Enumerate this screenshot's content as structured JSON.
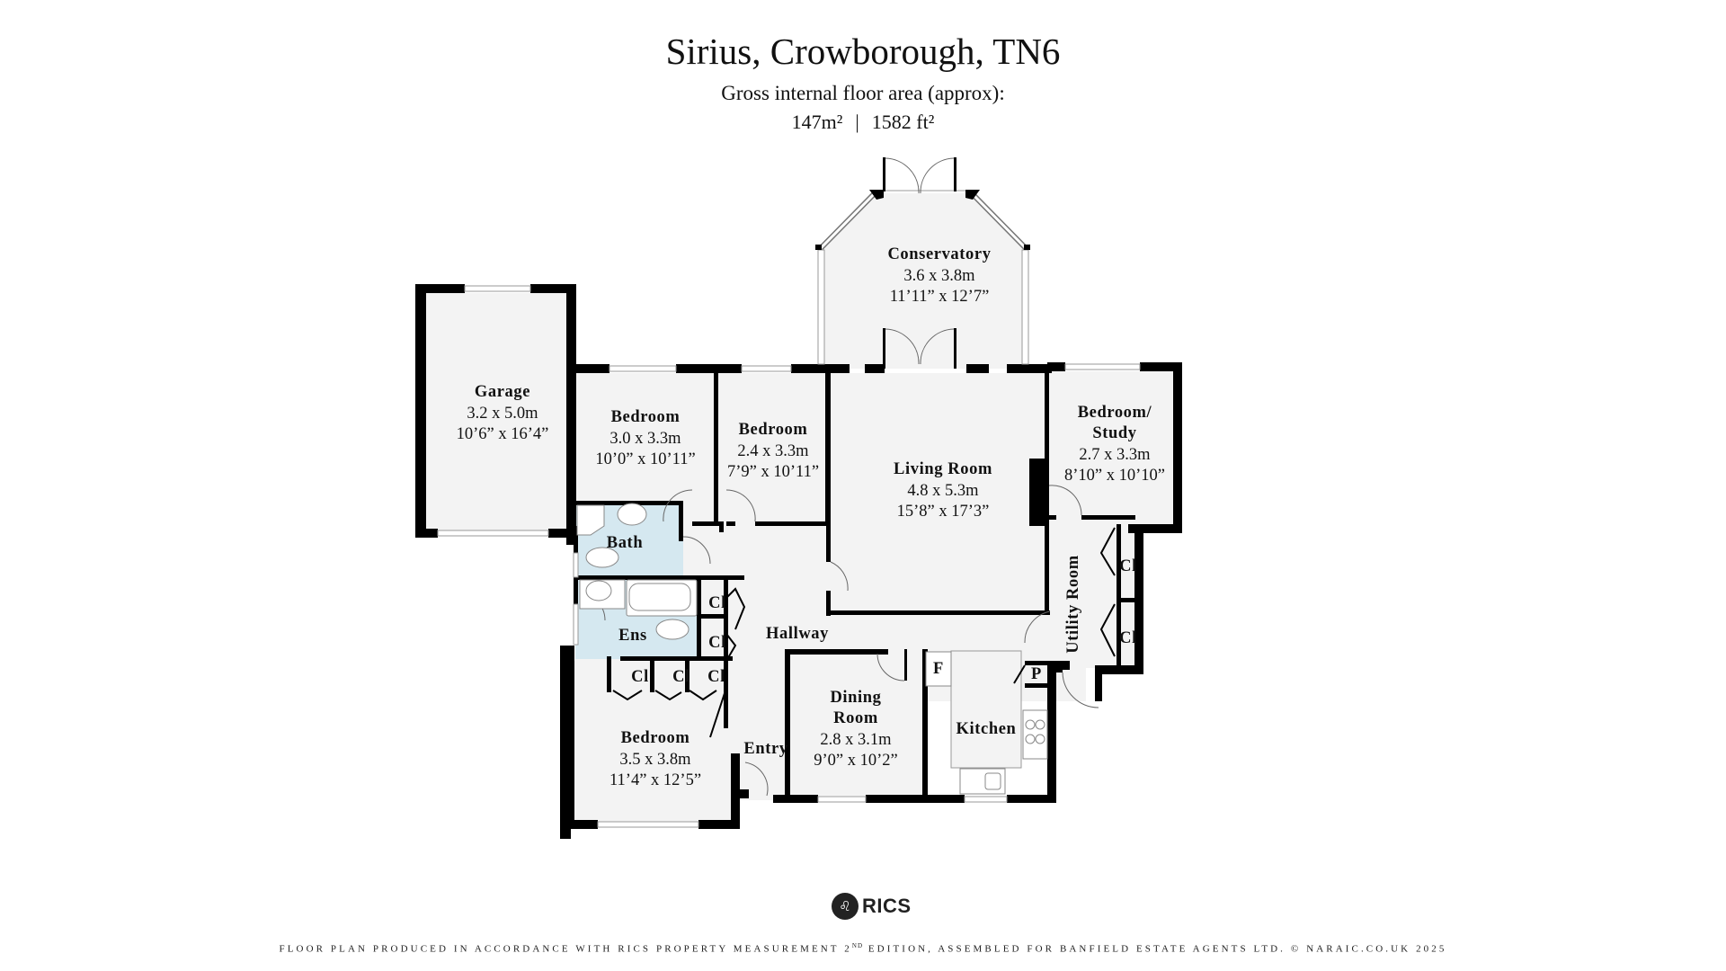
{
  "header": {
    "title": "Sirius, Crowborough, TN6",
    "subtitle": "Gross internal floor area (approx):",
    "area_m2": "147m²",
    "area_separator": "|",
    "area_ft2": "1582 ft²"
  },
  "rooms": {
    "garage": {
      "name": "Garage",
      "metric": "3.2 x 5.0m",
      "imperial": "10’6” x 16’4”"
    },
    "bedroom1": {
      "name": "Bedroom",
      "metric": "3.0 x 3.3m",
      "imperial": "10’0” x 10’11”"
    },
    "bedroom2": {
      "name": "Bedroom",
      "metric": "2.4 x 3.3m",
      "imperial": "7’9” x 10’11”"
    },
    "conservatory": {
      "name": "Conservatory",
      "metric": "3.6 x 3.8m",
      "imperial": "11’11” x 12’7”"
    },
    "living": {
      "name": "Living Room",
      "metric": "4.8 x 5.3m",
      "imperial": "15’8” x 17’3”"
    },
    "study": {
      "name_line1": "Bedroom/",
      "name_line2": "Study",
      "metric": "2.7 x 3.3m",
      "imperial": "8’10” x 10’10”"
    },
    "bath": {
      "name": "Bath"
    },
    "ensuite": {
      "name": "Ens"
    },
    "hallway": {
      "name": "Hallway"
    },
    "utility": {
      "name": "Utility Room"
    },
    "dining": {
      "name_line1": "Dining",
      "name_line2": "Room",
      "metric": "2.8 x 3.1m",
      "imperial": "9’0” x 10’2”"
    },
    "kitchen": {
      "name": "Kitchen"
    },
    "entry": {
      "name": "Entry"
    },
    "bedroom3": {
      "name": "Bedroom",
      "metric": "3.5 x 3.8m",
      "imperial": "11’4” x 12’5”"
    }
  },
  "labels": {
    "cupboard": "Cl",
    "fridge": "F",
    "pantry": "P"
  },
  "colors": {
    "wall": "#000000",
    "room_fill": "#f3f3f3",
    "wet_room_fill": "#d5e8f0",
    "background": "#ffffff"
  },
  "logo": {
    "text": "RICS",
    "mark": "♌"
  },
  "footer": {
    "part1": "FLOOR PLAN PRODUCED IN ACCORDANCE WITH RICS PROPERTY MEASUREMENT 2",
    "sup": "ND",
    "part2": " EDITION, ASSEMBLED FOR BANFIELD ESTATE AGENTS LTD. © NARAIC.CO.UK 2025"
  }
}
